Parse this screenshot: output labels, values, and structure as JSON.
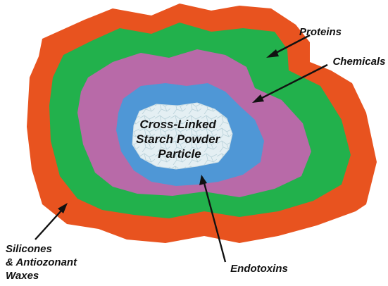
{
  "diagram": {
    "center_label": [
      "Cross-Linked",
      "Starch Powder",
      "Particle"
    ],
    "layers": [
      {
        "key": "silicones",
        "color": "#e8531f"
      },
      {
        "key": "proteins",
        "color": "#22b14c"
      },
      {
        "key": "chemicals",
        "color": "#b86aa8"
      },
      {
        "key": "endotoxins",
        "color": "#4f97d6"
      },
      {
        "key": "particle",
        "color": "#e4eff3"
      }
    ],
    "labels": {
      "proteins": "Proteins",
      "chemicals": "Chemicals",
      "endotoxins": "Endotoxins",
      "silicones": [
        "Silicones",
        "& Antiozonant",
        "Waxes"
      ]
    }
  }
}
